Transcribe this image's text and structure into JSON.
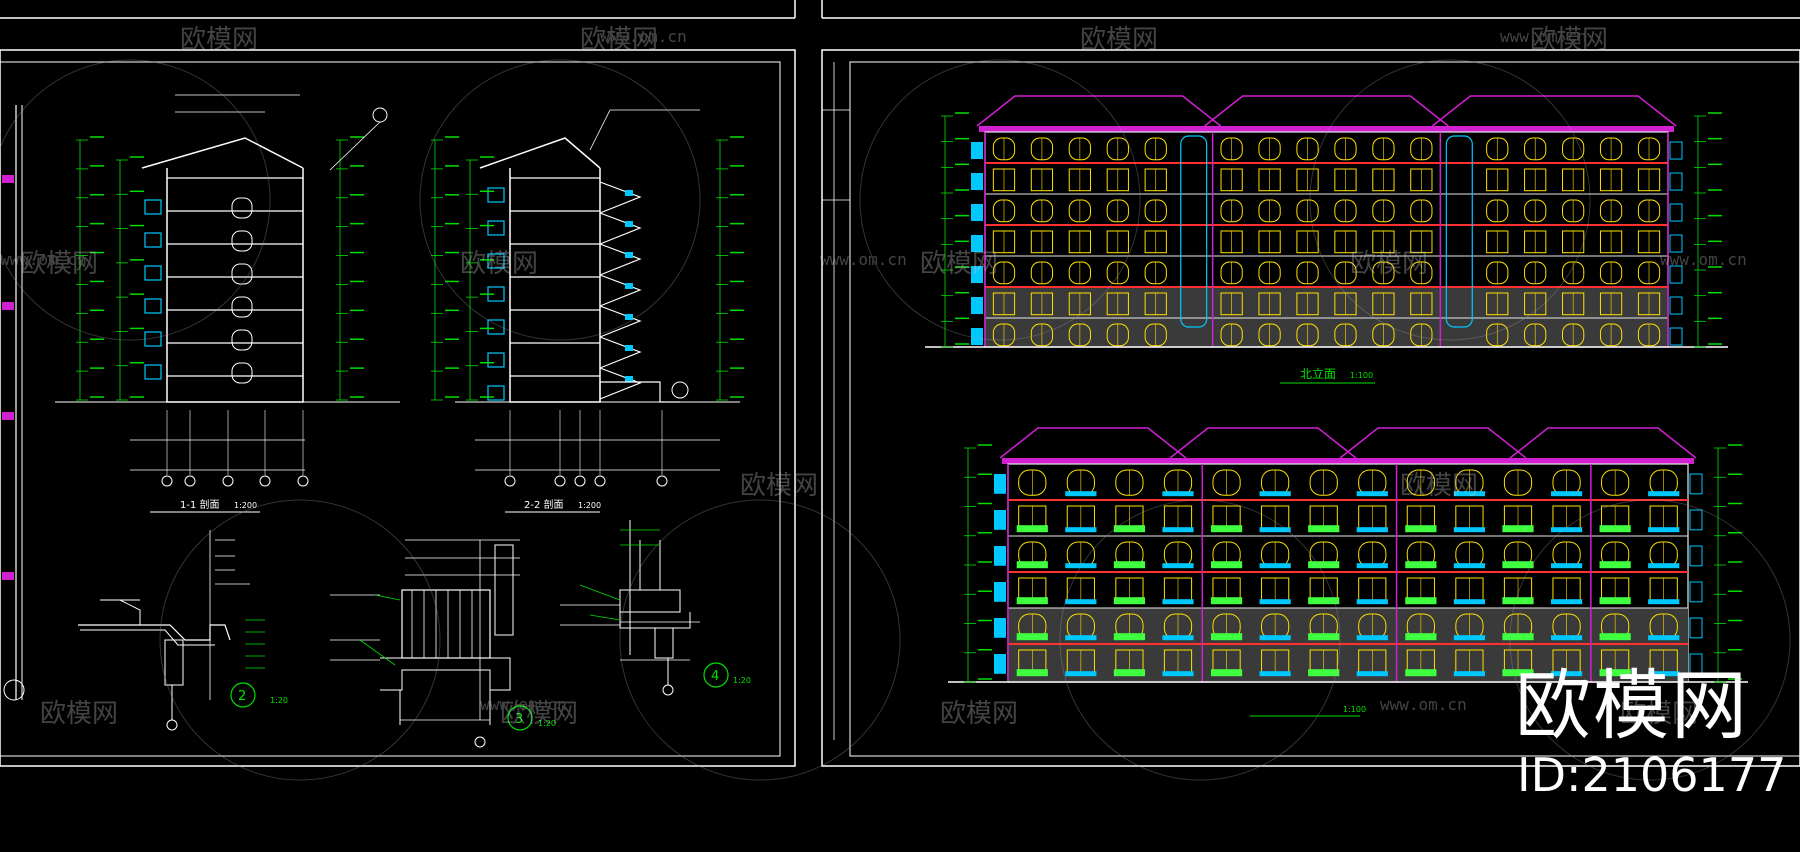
{
  "watermark": {
    "brand": "欧模网",
    "url": "www.om.cn",
    "id_text": "ID:2106177"
  },
  "left_sheet": {
    "section_1_label": "1-1 剖面",
    "section_1_scale": "1:200",
    "section_2_label": "2-2 剖面",
    "section_2_scale": "1:200",
    "detail_2_number": "2",
    "detail_2_scale": "1:20",
    "detail_3_number": "3",
    "detail_3_scale": "1:20",
    "detail_4_number": "4",
    "detail_4_scale": "1:20"
  },
  "right_sheet": {
    "front_elevation_label": "北立面",
    "front_elevation_scale": "1:100",
    "rear_elevation_scale": "1:100"
  },
  "colors": {
    "frame": "#ffffff",
    "dim_green": "#00e000",
    "roof_magenta": "#d020d0",
    "balcony_cyan": "#00c8ff",
    "window_yellow": "#ffe000",
    "band_red": "#ff3030",
    "fill_green": "#40ff40",
    "wall_white": "#e8e8e8"
  }
}
